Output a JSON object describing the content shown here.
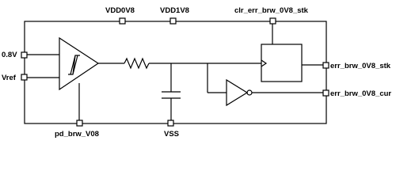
{
  "pins": {
    "top": [
      "VDD0V8",
      "VDD1V8",
      "clr_err_brw_0V8_stk"
    ],
    "left": [
      "0.8V",
      "Vref"
    ],
    "right": [
      "err_brw_0V8_stk",
      "err_brw_0V8_cur"
    ],
    "bottom": [
      "pd_brw_V08",
      "VSS"
    ]
  },
  "colors": {
    "line": "#000000",
    "background": "#ffffff"
  },
  "components": [
    "schmitt-comparator",
    "resistor",
    "capacitor",
    "flip-flop",
    "inverter"
  ]
}
